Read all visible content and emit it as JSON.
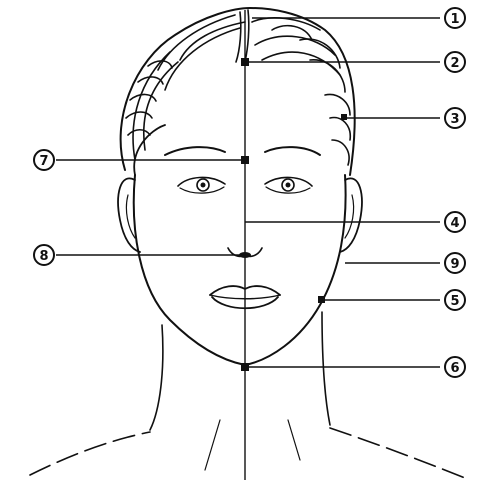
{
  "markers": [
    {
      "id": "1",
      "text": "1"
    },
    {
      "id": "2",
      "text": "2"
    },
    {
      "id": "3",
      "text": "3"
    },
    {
      "id": "4",
      "text": "4"
    },
    {
      "id": "5",
      "text": "5"
    },
    {
      "id": "6",
      "text": "6"
    },
    {
      "id": "7",
      "text": "7"
    },
    {
      "id": "8",
      "text": "8"
    },
    {
      "id": "9",
      "text": "9"
    }
  ],
  "colors": {
    "ink": "#111111",
    "background": "#ffffff"
  }
}
